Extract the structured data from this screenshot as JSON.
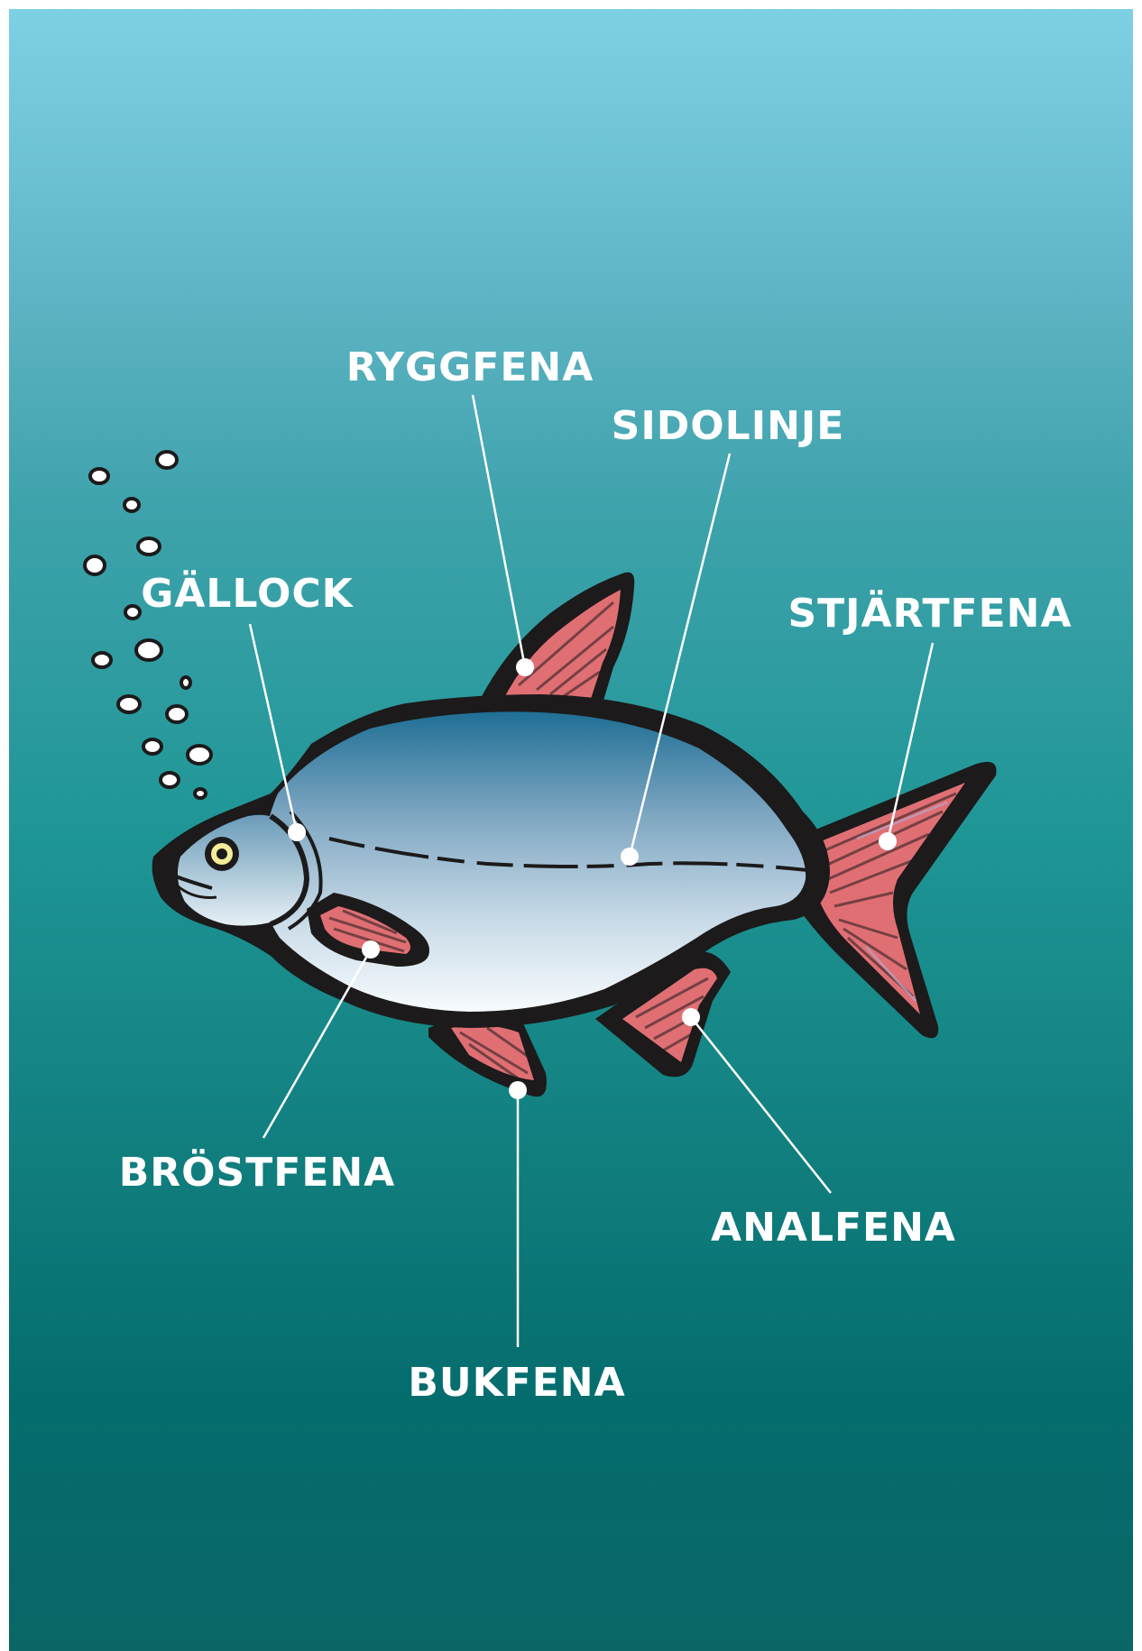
{
  "labels": {
    "ryggfena": "RYGGFENA",
    "sidolinje": "SIDOLINJE",
    "gallock": "GÄLLOCK",
    "stjartfena": "STJÄRTFENA",
    "brostfena": "BRÖSTFENA",
    "analfena": "ANALFENA",
    "bukfena": "BUKFENA"
  },
  "colors": {
    "background_top": "#7ed1e4",
    "background_bottom": "#0a6766",
    "fish_body_top": "#2a7ea3",
    "fish_body_bottom": "#f4f9fc",
    "fin_red": "#e06f73",
    "outline": "#1c1a1b",
    "label": "#ffffff"
  }
}
